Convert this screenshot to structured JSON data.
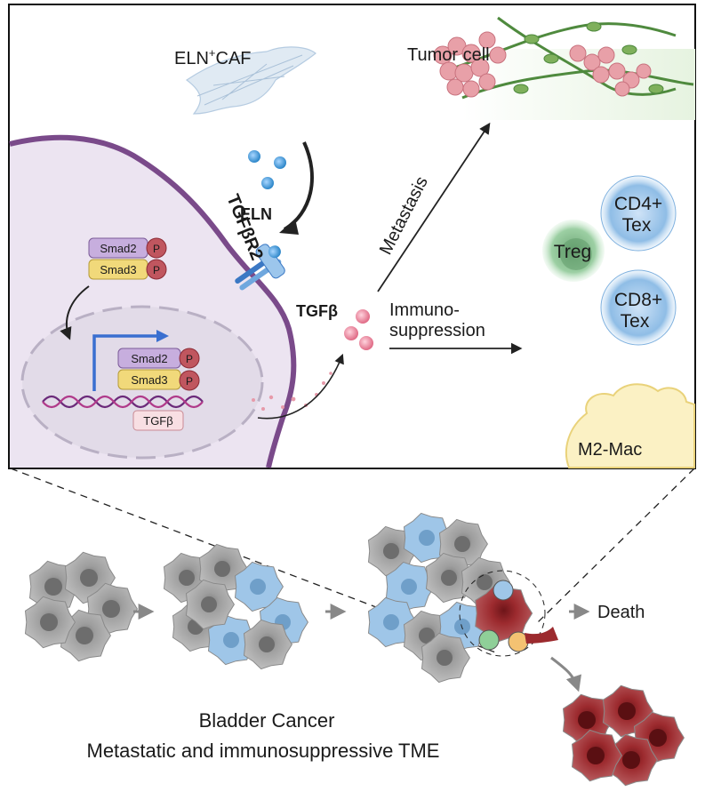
{
  "panel": {
    "caf_label_main": "ELN",
    "caf_label_sup": "+",
    "caf_label_tail": "CAF",
    "tumor_label": "Tumor cell",
    "eln_label": "ELN",
    "receptor_label": "TGFβR2",
    "smad2_label": "Smad2",
    "smad3_label": "Smad3",
    "p_label": "P",
    "gene_label": "TGFβ",
    "tgfb_label": "TGFβ",
    "metastasis_label": "Metastasis",
    "immuno_line1": "Immuno-",
    "immuno_line2": "suppression",
    "treg_label": "Treg",
    "cd4_line1": "CD4+",
    "cd4_line2": "Tex",
    "cd8_line1": "CD8+",
    "cd8_line2": "Tex",
    "m2_label": "M2-Mac"
  },
  "bottom": {
    "death_label": "Death",
    "title_line1": "Bladder Cancer",
    "title_line2": "Metastatic and immunosuppressive TME"
  },
  "colors": {
    "cell_membrane": "#7a4a8a",
    "cytoplasm": "#ece4f1",
    "smad2": "#b89ad0",
    "smad3": "#f1d97a",
    "phospho": "#c0565f",
    "tumor_gray": "#9a9a9a",
    "immune_blue": "#8fbde6",
    "treg_green": "#6fb37a",
    "metastatic_red": "#9c2a2e"
  }
}
